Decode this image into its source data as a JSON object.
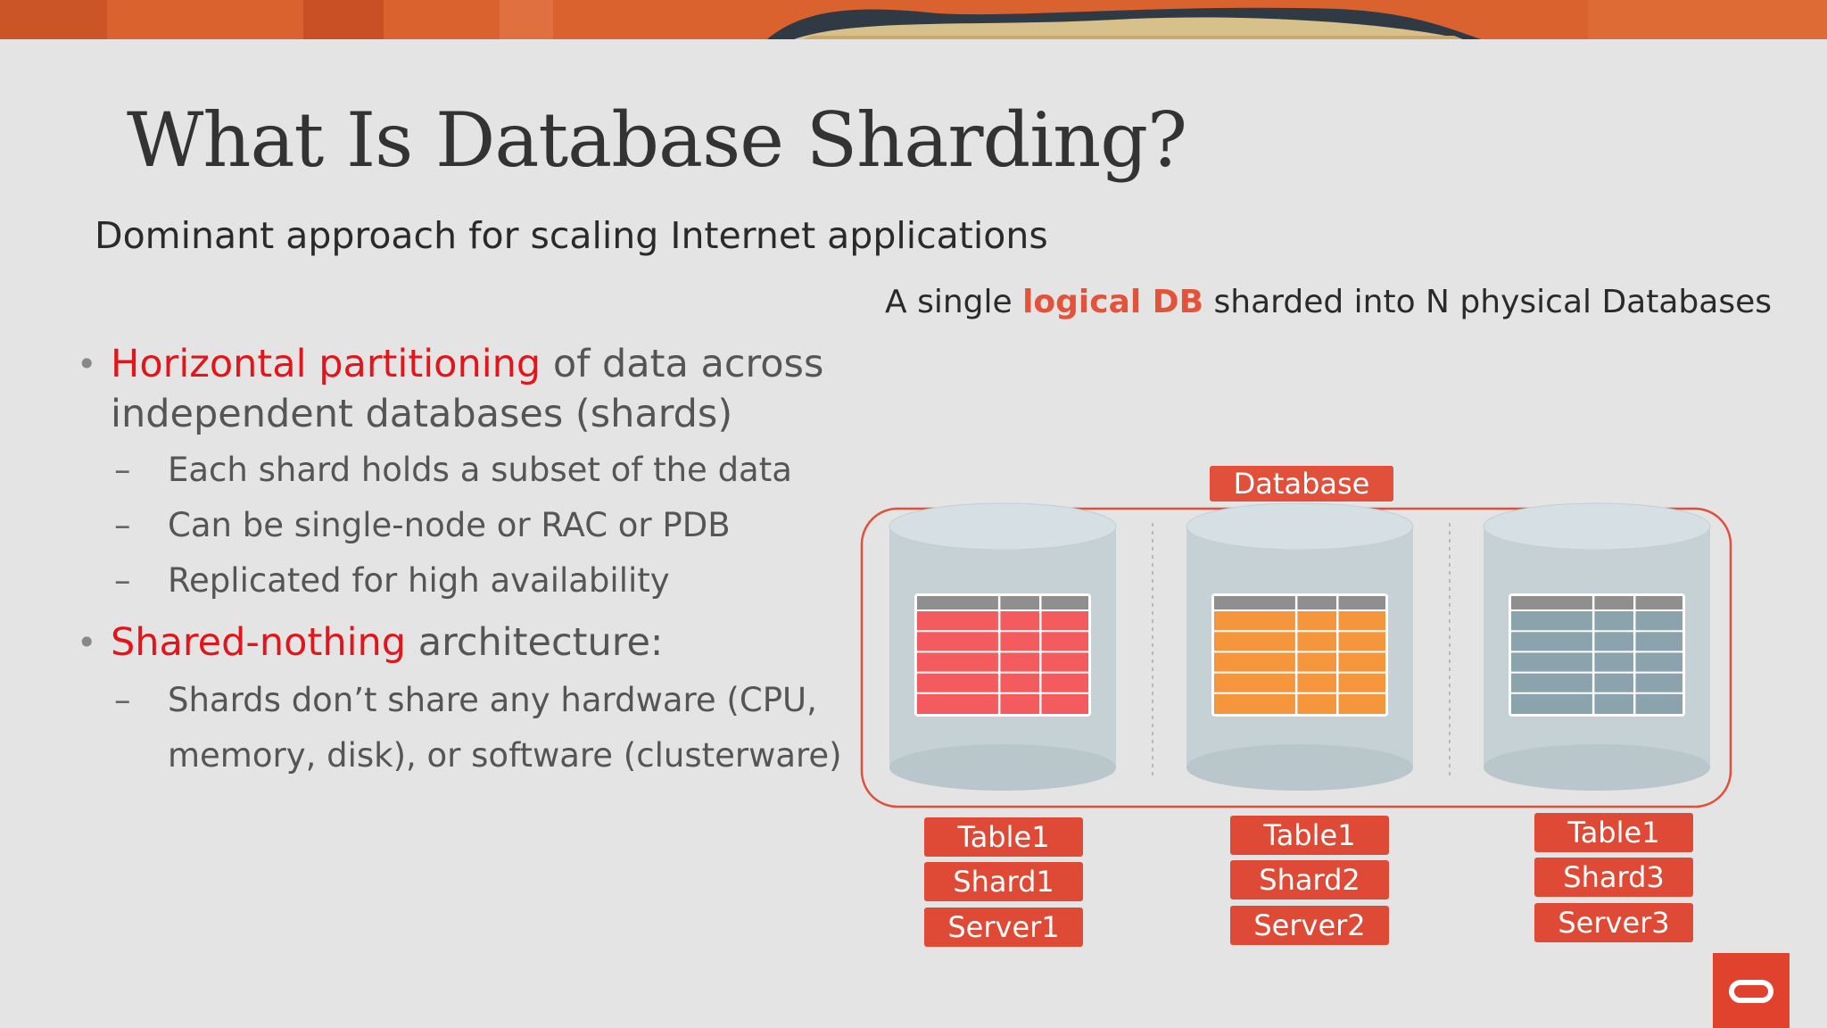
{
  "slide": {
    "title": "What Is Database Sharding?",
    "subtitle": "Dominant approach for scaling Internet applications"
  },
  "diagram_caption": {
    "prefix": "A single ",
    "highlight": "logical DB",
    "suffix": " sharded into N physical Databases"
  },
  "bullets": {
    "b1": {
      "highlight": "Horizontal partitioning",
      "rest_line1": " of data across",
      "line2": "independent databases (shards)"
    },
    "b1_subs": [
      "Each shard holds a subset of the data",
      "Can be single-node or RAC or PDB",
      "Replicated for high availability"
    ],
    "b2": {
      "highlight": "Shared-nothing",
      "rest": " architecture:"
    },
    "b2_subs": [
      "Shards don’t share any hardware (CPU,",
      "memory, disk), or software (clusterware)"
    ],
    "dash": "–",
    "dot": "•"
  },
  "diagram": {
    "database_label": "Database",
    "shards": [
      {
        "table": "Table1",
        "shard": "Shard1",
        "server": "Server1",
        "table_color": "#f35b5f"
      },
      {
        "table": "Table1",
        "shard": "Shard2",
        "server": "Server2",
        "table_color": "#f6963c"
      },
      {
        "table": "Table1",
        "shard": "Shard3",
        "server": "Server3",
        "table_color": "#8aa3ad"
      }
    ]
  },
  "colors": {
    "accent_red": "#e4151a",
    "oracle_red": "#e0422e",
    "label_red": "#df4a36"
  },
  "icons": [
    "oracle-logo-icon"
  ]
}
